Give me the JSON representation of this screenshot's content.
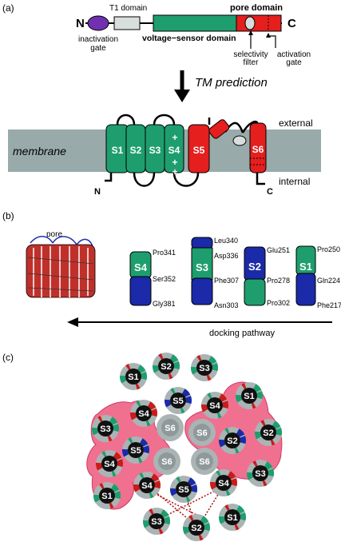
{
  "panel_a": {
    "label": "(a)",
    "n_term": "N",
    "c_term": "C",
    "t1_domain": "T1 domain",
    "pore_domain": "pore domain",
    "voltage_sensor_domain": "voltage−sensor domain",
    "inactivation_gate": [
      "inactivation",
      "gate"
    ],
    "selectivity_filter": [
      "selectivity",
      "filter"
    ],
    "activation_gate": [
      "activation",
      "gate"
    ],
    "tm_prediction": "TM prediction",
    "membrane": "membrane",
    "external": "external",
    "internal": "internal",
    "helices": [
      "S1",
      "S2",
      "S3",
      "S4",
      "S5",
      "S6"
    ],
    "charges": [
      "+",
      "+",
      "+"
    ],
    "topo_n": "N",
    "topo_c": "C",
    "colors": {
      "sensor": "#1e9e6e",
      "pore": "#e51e1e",
      "membrane": "#99aaaa",
      "gate": "#7030b0",
      "t1": "#d8dedc"
    }
  },
  "panel_b": {
    "label": "(b)",
    "pore": "pore",
    "docking_pathway": "docking pathway",
    "segments": [
      {
        "name": "S4",
        "top": "Pro341",
        "mid": "Ser352",
        "bottom": "Gly381"
      },
      {
        "name": "S3",
        "top": "Leu340",
        "upper": "Asp336",
        "mid": "Phe307",
        "bottom": "Asn303"
      },
      {
        "name": "S2",
        "top": "Glu251",
        "mid": "Pro278",
        "bottom": "Pro302"
      },
      {
        "name": "S1",
        "top": "Pro250",
        "mid": "Gln224",
        "bottom": "Phe217"
      }
    ]
  },
  "panel_c": {
    "label": "(c)",
    "helices": [
      "S1",
      "S2",
      "S3",
      "S1",
      "S4",
      "S5",
      "S4",
      "S3",
      "S6",
      "S6",
      "S2",
      "S4",
      "S5",
      "S6",
      "S2",
      "S6",
      "S3",
      "S1",
      "S4",
      "S5",
      "S4",
      "S3",
      "S2",
      "S1"
    ],
    "colors": {
      "sensor": "#1e9e6e",
      "pore": "#cc1a1a",
      "blue": "#1a2aa8",
      "ring": "#aab4b4",
      "blob": "#f07090"
    }
  }
}
